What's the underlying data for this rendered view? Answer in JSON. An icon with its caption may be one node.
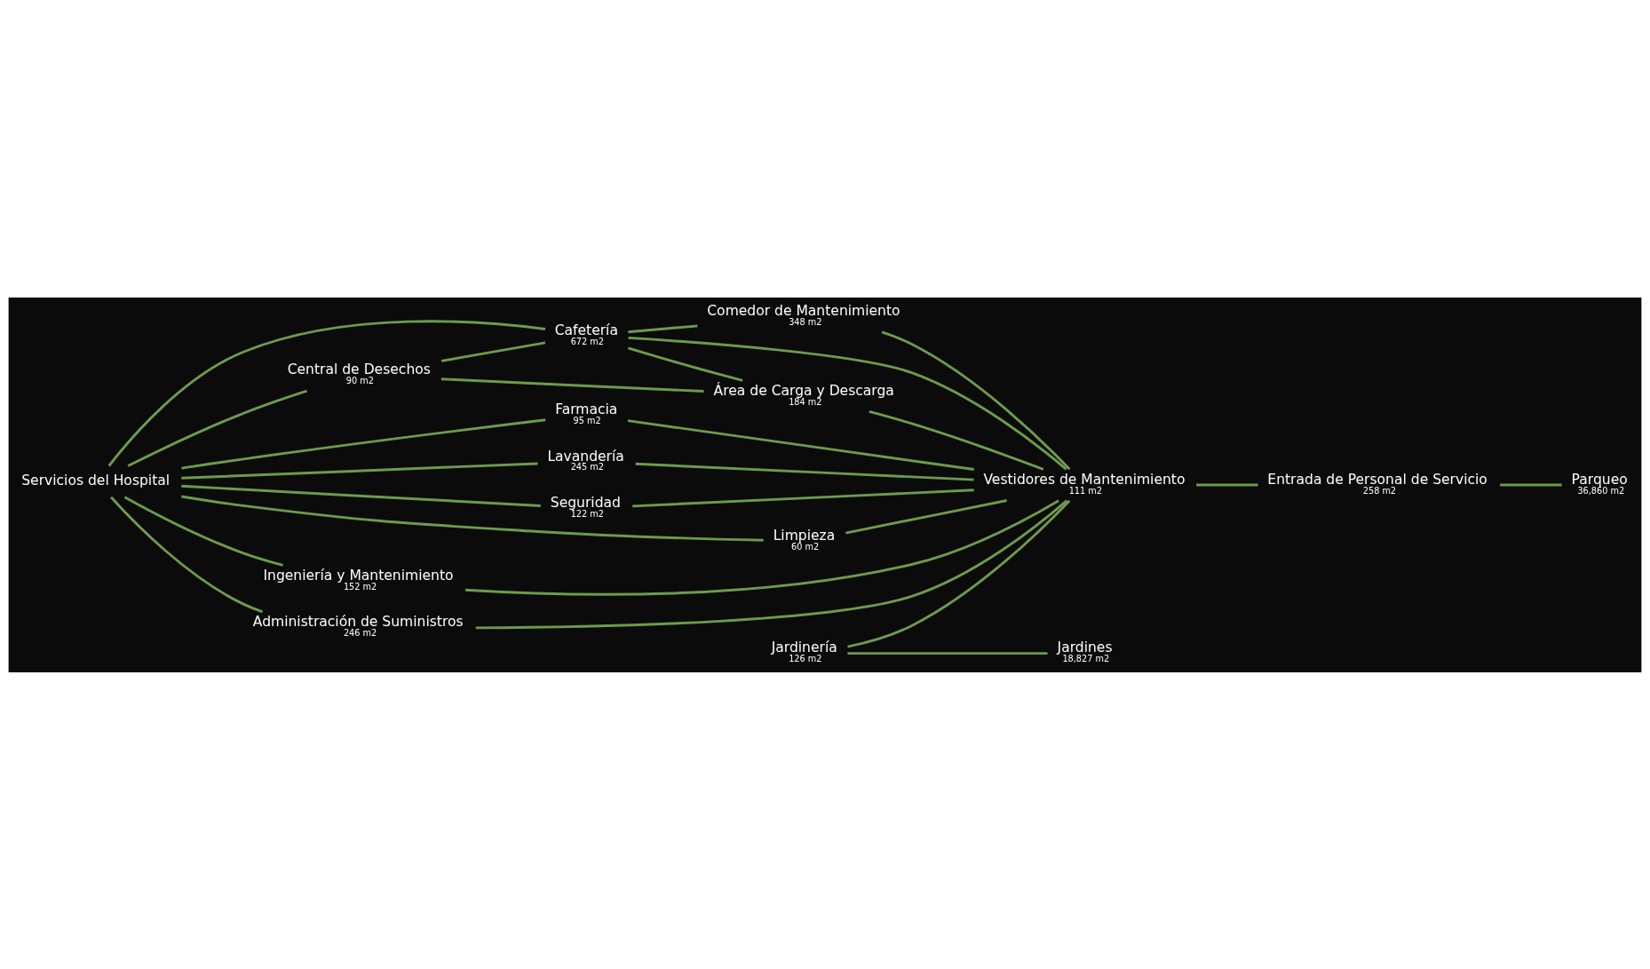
{
  "diagram": {
    "nodes": [
      {
        "text": [
          "Servicios del Hospital"
        ]
      },
      {
        "text": [
          "Central de Desechos"
        ],
        "beside": [
          "90 m2"
        ]
      },
      {
        "text": [
          "Cafetería"
        ],
        "beside": [
          "672 m2"
        ]
      },
      {
        "text": [
          "Comedor de Mantenimiento"
        ],
        "beside": [
          "348 m2"
        ]
      },
      {
        "text": [
          "Área de Carga y Descarga"
        ],
        "beside": [
          "184 m2"
        ]
      },
      {
        "text": [
          "Farmacia"
        ],
        "beside": [
          "95 m2"
        ]
      },
      {
        "text": [
          "Lavandería"
        ],
        "beside": [
          "245 m2"
        ]
      },
      {
        "text": [
          "Seguridad"
        ],
        "beside": [
          "122 m2"
        ]
      },
      {
        "text": [
          "Limpieza"
        ],
        "beside": [
          "60 m2"
        ]
      },
      {
        "text": [
          "Ingeniería y Mantenimiento"
        ],
        "beside": [
          "152 m2"
        ]
      },
      {
        "text": [
          "Administración de Suministros"
        ],
        "beside": [
          "246 m2"
        ]
      },
      {
        "text": [
          "Vestidores de Mantenimiento"
        ],
        "beside": [
          "111 m2"
        ]
      },
      {
        "text": [
          "Entrada de Personal de Servicio"
        ],
        "beside": [
          "258 m2"
        ]
      },
      {
        "text": [
          "Parqueo"
        ],
        "beside": [
          "36,860 m2"
        ]
      },
      {
        "text": [
          "Jardinería"
        ],
        "beside": [
          "126 m2"
        ]
      },
      {
        "text": [
          "Jardines"
        ],
        "beside": [
          "18,827 m2"
        ]
      }
    ],
    "edges": [
      {
        "from": 0,
        "to": 1,
        "arrow": "none"
      },
      {
        "from": 0,
        "to": 2,
        "arrow": "none"
      },
      {
        "from": 1,
        "to": 2,
        "arrow": "none"
      },
      {
        "from": 2,
        "to": 3,
        "arrow": "none"
      },
      {
        "from": 1,
        "to": 4,
        "arrow": "none"
      },
      {
        "from": 2,
        "to": 4,
        "arrow": "none"
      },
      {
        "from": 0,
        "to": 5,
        "arrow": "none"
      },
      {
        "from": 0,
        "to": 6,
        "arrow": "none"
      },
      {
        "from": 0,
        "to": 7,
        "arrow": "none"
      },
      {
        "from": 0,
        "to": 8,
        "arrow": "none"
      },
      {
        "from": 0,
        "to": 9,
        "arrow": "none"
      },
      {
        "from": 0,
        "to": 10,
        "arrow": "none"
      },
      {
        "from": 2,
        "to": 11,
        "arrow": "none"
      },
      {
        "from": 3,
        "to": 11,
        "arrow": "none"
      },
      {
        "from": 5,
        "to": 11,
        "arrow": "none"
      },
      {
        "from": 6,
        "to": 11,
        "arrow": "none"
      },
      {
        "from": 7,
        "to": 11,
        "arrow": "none"
      },
      {
        "from": 8,
        "to": 11,
        "arrow": "none"
      },
      {
        "from": 9,
        "to": 11,
        "arrow": "none"
      },
      {
        "from": 10,
        "to": 11,
        "arrow": "none"
      },
      {
        "from": 14,
        "to": 11,
        "arrow": "none"
      },
      {
        "from": 4,
        "to": 11,
        "arrow": "none"
      },
      {
        "from": 11,
        "to": 12,
        "arrow": "none"
      },
      {
        "from": 12,
        "to": 13,
        "arrow": "none"
      },
      {
        "from": 14,
        "to": 15,
        "arrow": "none"
      }
    ]
  }
}
